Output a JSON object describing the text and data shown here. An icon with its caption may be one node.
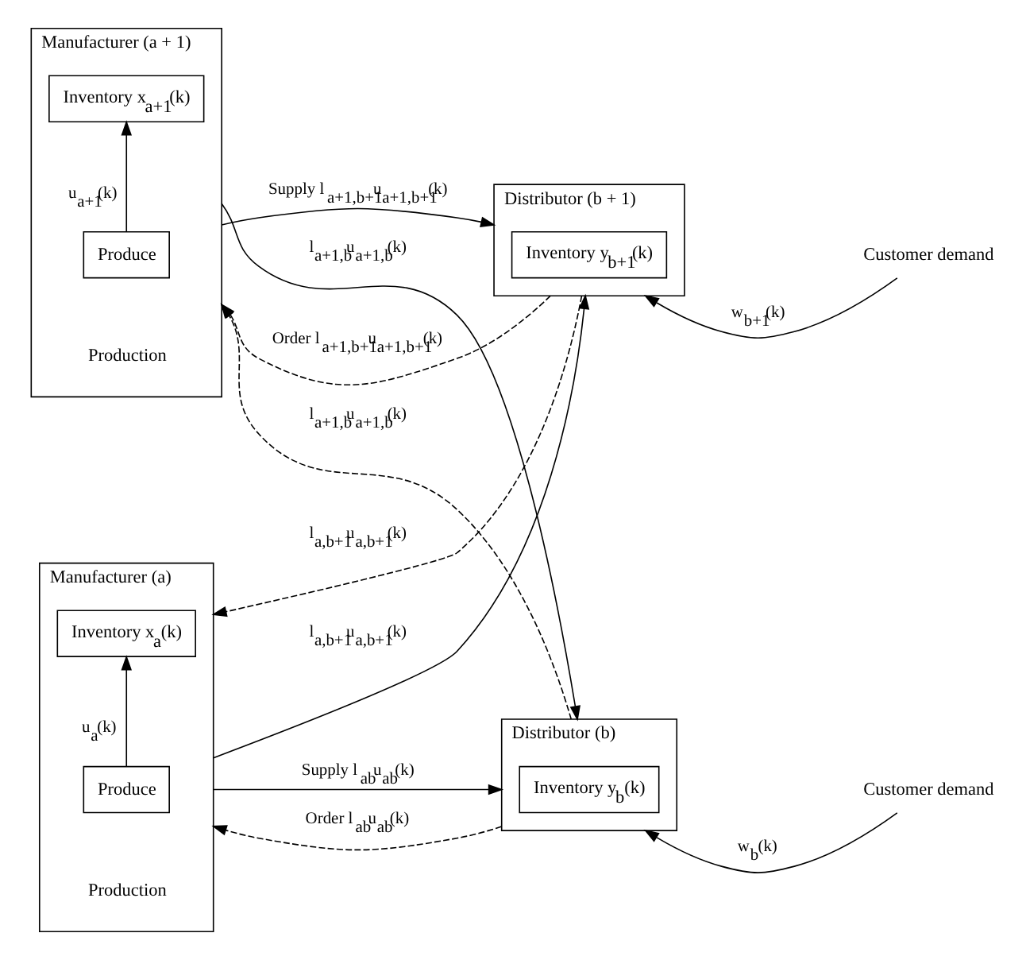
{
  "diagram": {
    "nodes": [
      {
        "text": [
          "Manufacturer (a)"
        ]
      },
      {
        "text": [
          "Produce"
        ],
        "in": 0
      },
      {
        "text": [
          "Inventory x$_{a}$(k)"
        ],
        "in": 0
      },
      {
        "text": [
          "Distributor (b)"
        ]
      },
      {
        "text": [
          "Inventory y$_{b}$(k)"
        ],
        "in": 3
      },
      {
        "text": [
          "Manufacturer (a + 1)"
        ]
      },
      {
        "text": [
          "Produce"
        ],
        "in": 5
      },
      {
        "text": [
          "Inventory x$_{a+1}$(k)"
        ],
        "in": 5
      },
      {
        "text": [
          "Distributor (b + 1)"
        ]
      },
      {
        "text": [
          "Inventory y$_{b+1}$(k)"
        ],
        "in": 8
      },
      {
        "text": [
          "Customer demand"
        ]
      },
      {
        "text": [
          "Customer demand"
        ]
      }
    ],
    "edges": [
      {
        "from": 1,
        "to": 2,
        "arrow": "to",
        "label": "u$_{a}$(k)"
      },
      {
        "from": 0,
        "to": 3,
        "arrow": "to",
        "label": "Supply l$_{ab}$u$_{ab}$(k)"
      },
      {
        "from": 3,
        "to": 0,
        "arrow": "to",
        "style": "dashed",
        "label": "Order l$_{ab}$u$_{ab}$(k)"
      },
      {
        "from": 10,
        "to": 3,
        "arrow": "to",
        "label": "w$_{b}$(k)"
      },
      {
        "from": 8,
        "to": 0,
        "arrow": "to",
        "style": "dashed",
        "label": "l$_{a,b+1}$u$_{a,b+1}$(k)"
      },
      {
        "from": 5,
        "to": 3,
        "arrow": "to",
        "label": "l$_{a+1,b}$u$_{a+1,b}$(k)"
      },
      {
        "from": 3,
        "to": 5,
        "arrow": "to",
        "style": "dashed",
        "label": "l$_{a+1,b}$u$_{a+1,b}$(k)"
      },
      {
        "from": 0,
        "to": 8,
        "arrow": "to",
        "label": "l$_{a,b+1}$u$_{a,b+1}$(k)"
      },
      {
        "from": 6,
        "to": 7,
        "arrow": "to",
        "label": "u$_{a+1}$(k)"
      },
      {
        "from": 5,
        "to": 8,
        "arrow": "to",
        "label": "Supply l$_{a+1,b+1}$u$_{a+1,b+1}$(k)"
      },
      {
        "from": 8,
        "to": 5,
        "arrow": "to",
        "style": "dashed",
        "label": "Order l$_{a+1,b+1}$u$_{a+1,b+1}$(k)"
      },
      {
        "from": 11,
        "to": 8,
        "arrow": "to",
        "label": "w$_{b+1}$(k)"
      }
    ],
    "labels": [
      "Production",
      "Production"
    ]
  }
}
